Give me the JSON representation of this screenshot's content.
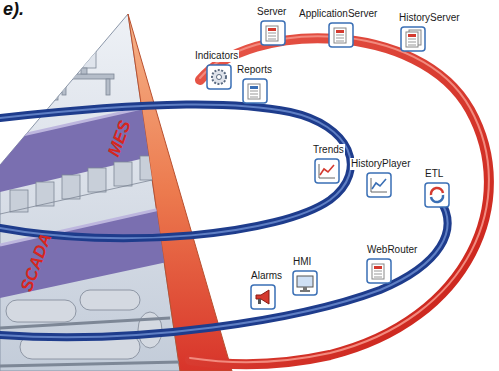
{
  "diagram": {
    "nodes": [
      {
        "text": [
          "Server"
        ]
      },
      {
        "text": [
          "ApplicationServer"
        ]
      },
      {
        "text": [
          "HistoryServer"
        ]
      },
      {
        "text": [
          "Indicators"
        ]
      },
      {
        "text": [
          "Reports"
        ]
      },
      {
        "text": [
          "Trends"
        ]
      },
      {
        "text": [
          "HistoryPlayer"
        ]
      },
      {
        "text": [
          "ETL"
        ]
      },
      {
        "text": [
          "WebRouter"
        ]
      },
      {
        "text": [
          "HMI"
        ]
      },
      {
        "text": [
          "Alarms"
        ]
      }
    ],
    "labels": [
      "e).",
      "MES",
      "SCADA"
    ]
  }
}
